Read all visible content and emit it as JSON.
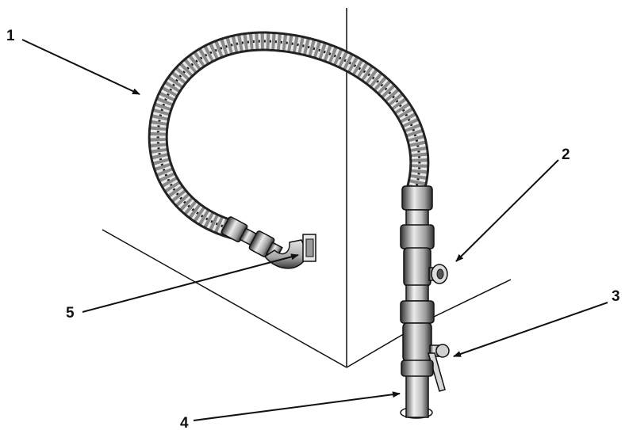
{
  "diagram": {
    "callouts": [
      {
        "id": "callout-1",
        "label": "1"
      },
      {
        "id": "callout-2",
        "label": "2"
      },
      {
        "id": "callout-3",
        "label": "3"
      },
      {
        "id": "callout-4",
        "label": "4"
      },
      {
        "id": "callout-5",
        "label": "5"
      }
    ]
  },
  "colors": {
    "ink": "#111111",
    "metal_light": "#e6e6e6",
    "metal_mid": "#9a9a9a",
    "metal_dark": "#2a2a2a",
    "background": "#ffffff"
  }
}
